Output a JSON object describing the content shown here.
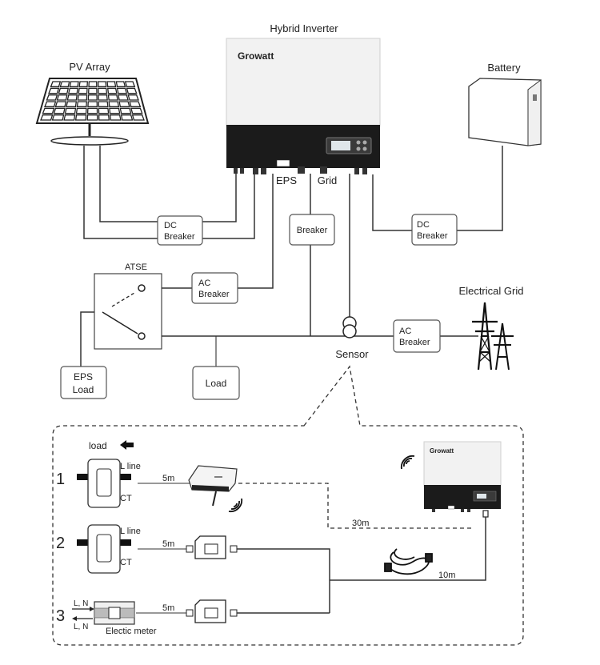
{
  "title": "Hybrid Inverter",
  "brand": "Growatt",
  "labels": {
    "pv_array": "PV Array",
    "battery": "Battery",
    "eps_port": "EPS",
    "grid_port": "Grid",
    "dc_breaker_pv": [
      "DC",
      "Breaker"
    ],
    "dc_breaker_battery": [
      "DC",
      "Breaker"
    ],
    "breaker": "Breaker",
    "atse": "ATSE",
    "ac_breaker_eps": [
      "AC",
      "Breaker"
    ],
    "ac_breaker_grid": [
      "AC",
      "Breaker"
    ],
    "electrical_grid": "Electrical Grid",
    "sensor": "Sensor",
    "eps_load": [
      "EPS",
      "Load"
    ],
    "load": "Load"
  },
  "detail": {
    "load_direction": "load",
    "options": [
      {
        "number": "1",
        "line_label": "L line",
        "sensor_label": "CT",
        "cable": "5m"
      },
      {
        "number": "2",
        "line_label": "L line",
        "sensor_label": "CT",
        "cable": "5m"
      },
      {
        "number": "3",
        "line_label_top": "L, N",
        "line_label_bottom": "L, N",
        "sensor_label": "Electic meter",
        "cable": "5m"
      }
    ],
    "cable_30m": "30m",
    "cable_10m": "10m"
  },
  "colors": {
    "inverter_body": "#f2f2f2",
    "inverter_panel": "#1b1b1b",
    "brand_green": "#3a8a3a",
    "line": "#333333"
  }
}
